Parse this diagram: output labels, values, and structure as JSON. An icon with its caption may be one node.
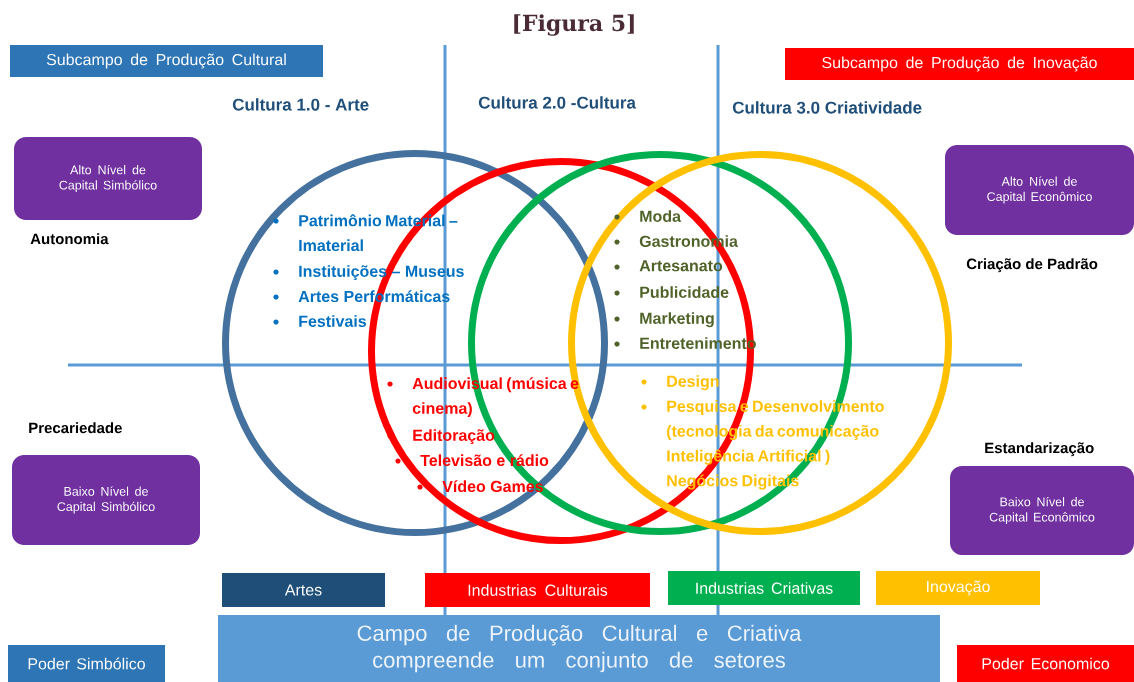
{
  "diagram": {
    "title": "[Figura 5]",
    "nodes": [
      {
        "text": [
          "Subcampo de Produção Cultural"
        ]
      },
      {
        "text": [
          "Subcampo de Produção de Inovação"
        ]
      },
      {
        "text": [
          "Alto Nível de Capital Simbólico"
        ]
      },
      {
        "text": [
          "Alto Nível de Capital Econômico"
        ]
      },
      {
        "text": [
          "Baixo Nível de Capital Simbólico"
        ]
      },
      {
        "text": [
          "Baixo Nível de Capital Econômico"
        ]
      },
      {
        "text": [
          "Artes"
        ]
      },
      {
        "text": [
          "Industrias Culturais"
        ]
      },
      {
        "text": [
          "Industrias Criativas"
        ]
      },
      {
        "text": [
          "Inovação"
        ]
      },
      {
        "text": [
          "Campo de Produção Cultural e Criativa compreende um conjunto de setores"
        ]
      },
      {
        "text": [
          "Poder Simbólico"
        ]
      },
      {
        "text": [
          "Poder Economico"
        ]
      },
      {
        "text": [],
        "shape": "circle"
      },
      {
        "text": [],
        "shape": "circle"
      },
      {
        "text": [],
        "shape": "circle"
      },
      {
        "text": [],
        "shape": "circle"
      }
    ],
    "labels": [
      "Cultura 1.0 - Arte",
      "Cultura 2.0 -Cultura",
      "Cultura 3.0  Criatividade",
      "Autonomia",
      "Criação de Padrão",
      "Precariedade",
      "Estandarização",
      "Patrimônio Material – Imaterial",
      "Instituições – Museus",
      "Artes Performáticas",
      "Festivais",
      "Moda",
      "Gastronomia",
      "Artesanato",
      "Publicidade",
      "Marketing",
      "Entretenimento",
      "Audiovisual (música e cinema)",
      "Editoração",
      "Televisão e rádio",
      "Vídeo Games",
      "Design",
      "Pesquisa e Desenvolvimento (tecnologia da comunicação Inteligência Artificial ) Negócios Digitais"
    ]
  }
}
